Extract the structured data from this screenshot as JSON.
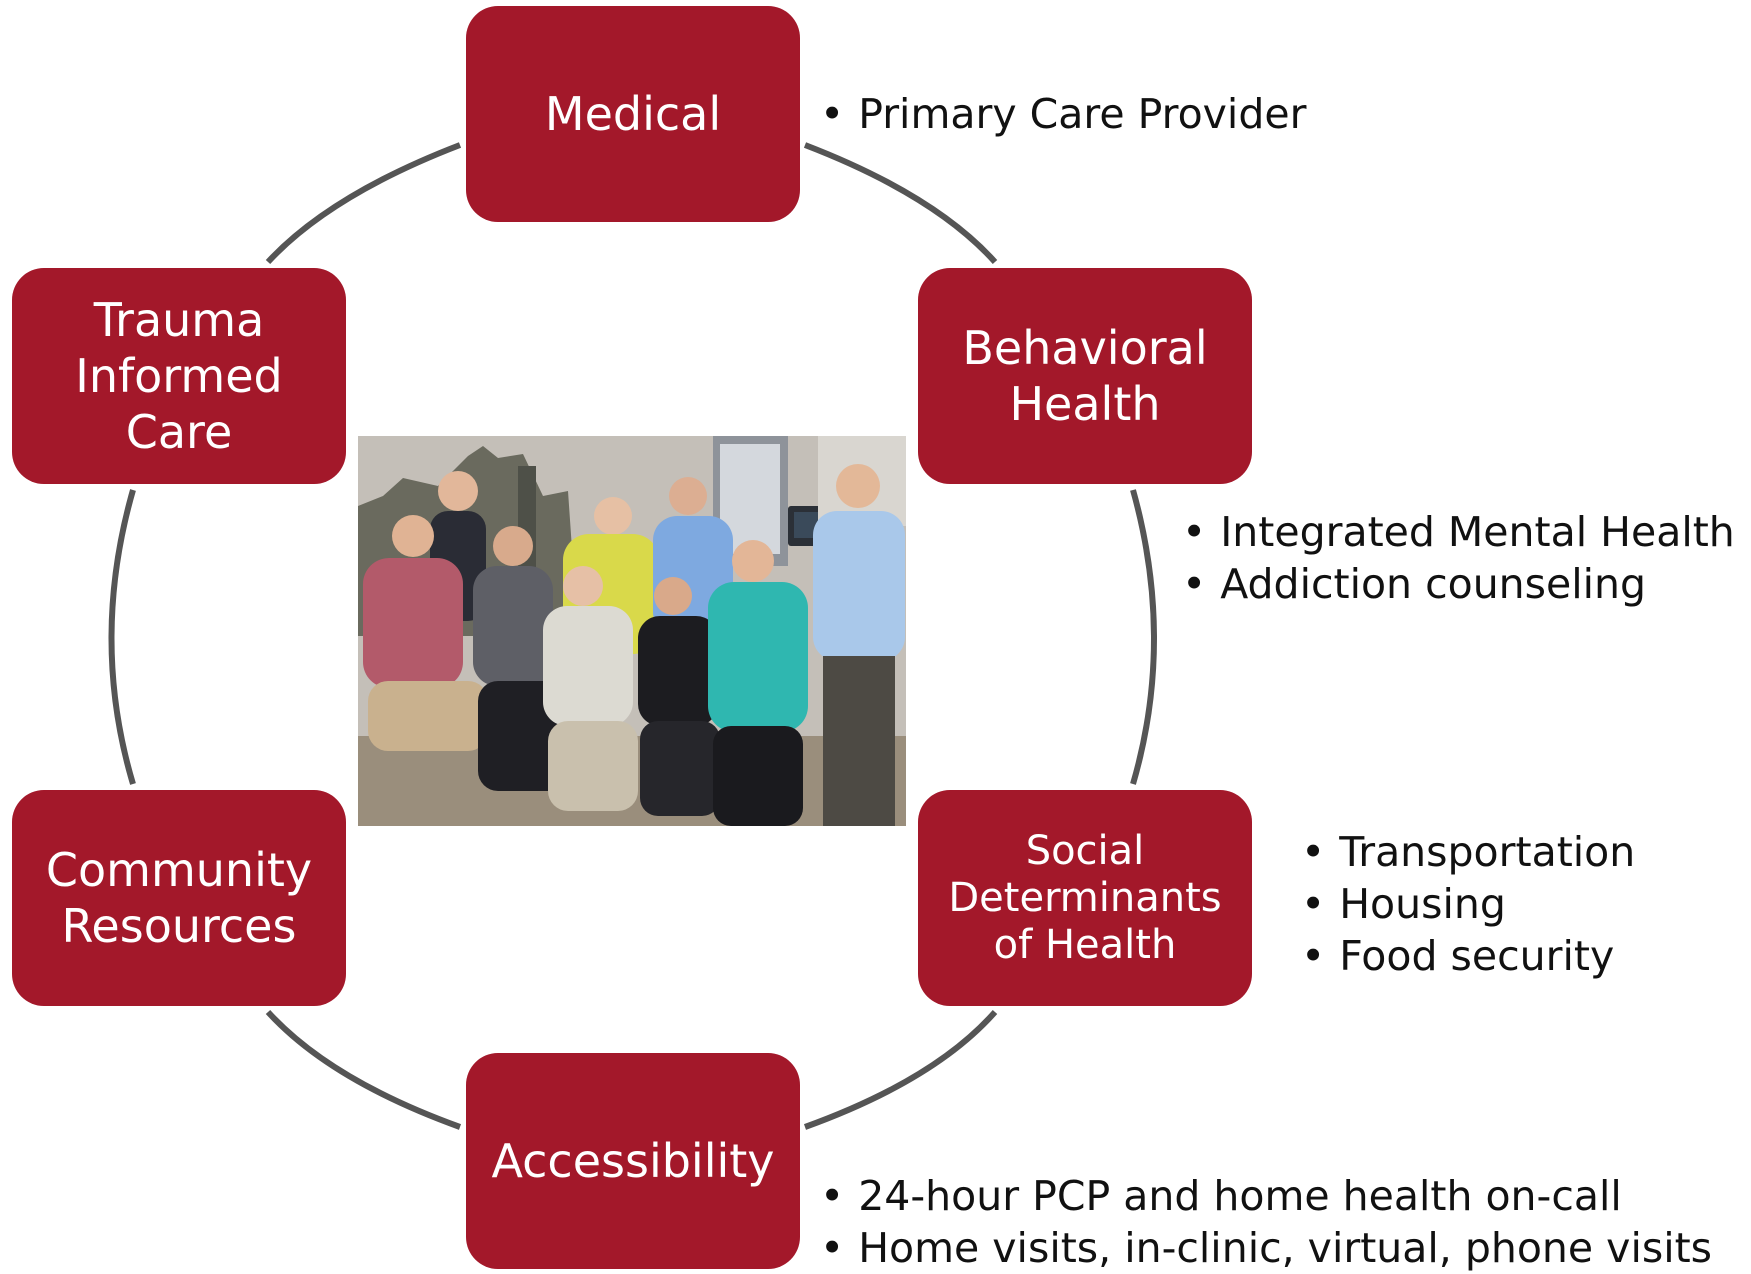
{
  "colors": {
    "node_fill": "#a3182a",
    "node_text": "#ffffff",
    "ring": "#555555",
    "bullet_text": "#111111"
  },
  "nodes": {
    "medical": {
      "label": "Medical",
      "bullets": [
        "Primary Care Provider"
      ]
    },
    "behavioral": {
      "label": "Behavioral\nHealth",
      "bullets": [
        "Integrated Mental Health",
        "Addiction counseling"
      ]
    },
    "social": {
      "label": "Social\nDeterminants\nof Health",
      "bullets": [
        "Transportation",
        "Housing",
        "Food security"
      ]
    },
    "accessibility": {
      "label": "Accessibility",
      "bullets": [
        "24-hour PCP and home health on-call",
        "Home visits, in-clinic, virtual, phone visits"
      ]
    },
    "community": {
      "label": "Community\nResources"
    },
    "trauma": {
      "label": "Trauma\nInformed\nCare"
    }
  },
  "bullet_char": "•",
  "photo": {
    "subject": "team-group-photo"
  }
}
